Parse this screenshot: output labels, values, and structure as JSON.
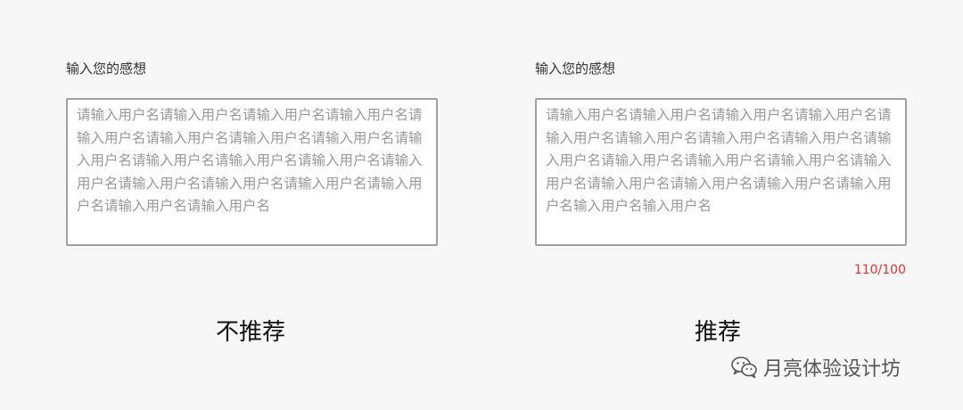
{
  "left_example": {
    "label": "输入您的感想",
    "text": "请输入用户名请输入用户名请输入用户名请输入用户名请输入用户名请输入用户名请输入用户名请输入用户名请输入用户名请输入用户名请输入用户名请输入用户名请输入用户名请输入用户名请输入用户名请输入用户名请输入用户名请输入用户名请输入用户名",
    "caption": "不推荐"
  },
  "right_example": {
    "label": "输入您的感想",
    "text": "请输入用户名请输入用户名请输入用户名请输入用户名请输入用户名请输入用户名请输入用户名请输入用户名请输入用户名请输入用户名请输入用户名请输入用户名请输入用户名请输入用户名请输入用户名请输入用户名请输入用户名输入用户名输入用户名",
    "counter": "110/100",
    "counter_color": "#ee2e2e",
    "caption": "推荐"
  },
  "watermark": {
    "icon": "wechat-icon",
    "text": "月亮体验设计坊"
  }
}
